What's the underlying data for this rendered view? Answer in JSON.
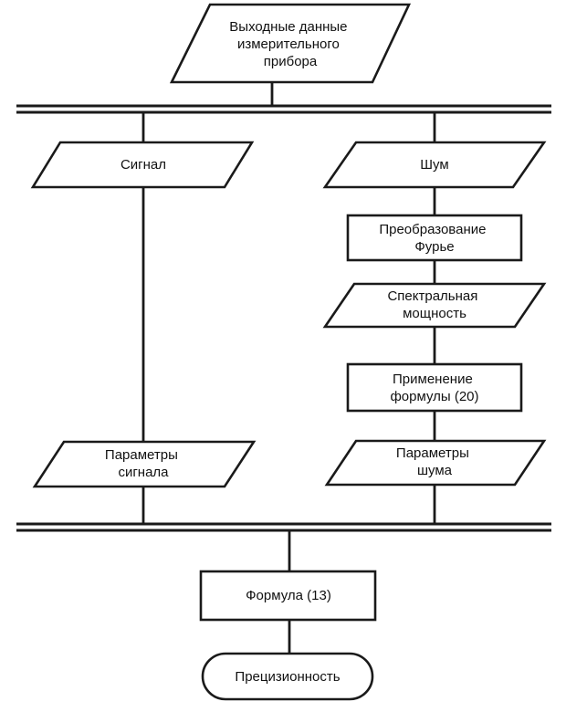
{
  "diagram": {
    "type": "flowchart",
    "language": "ru",
    "colors": {
      "stroke": "#1a1a1a",
      "fill": "#ffffff",
      "text": "#111111",
      "background": "#ffffff"
    },
    "nodes": {
      "output_data": {
        "shape": "parallelogram",
        "lines": [
          "Выходные данные",
          "измерительного",
          "прибора"
        ]
      },
      "signal": {
        "shape": "parallelogram",
        "lines": [
          "Сигнал"
        ]
      },
      "noise": {
        "shape": "parallelogram",
        "lines": [
          "Шум"
        ]
      },
      "fourier_transform": {
        "shape": "rectangle",
        "lines": [
          "Преобразование",
          "Фурье"
        ]
      },
      "spectral_power": {
        "shape": "parallelogram",
        "lines": [
          "Спектральная",
          "мощность"
        ]
      },
      "apply_formula_20": {
        "shape": "rectangle",
        "lines": [
          "Применение",
          "формулы (20)"
        ]
      },
      "signal_parameters": {
        "shape": "parallelogram",
        "lines": [
          "Параметры",
          "сигнала"
        ]
      },
      "noise_parameters": {
        "shape": "parallelogram",
        "lines": [
          "Параметры",
          "шума"
        ]
      },
      "formula_13": {
        "shape": "rectangle",
        "lines": [
          "Формула (13)"
        ]
      },
      "precision": {
        "shape": "rounded-terminator",
        "lines": [
          "Прецизионность"
        ]
      }
    },
    "buses": {
      "top_bus_label": "split-bus-top",
      "bottom_bus_label": "merge-bus-bottom"
    }
  }
}
